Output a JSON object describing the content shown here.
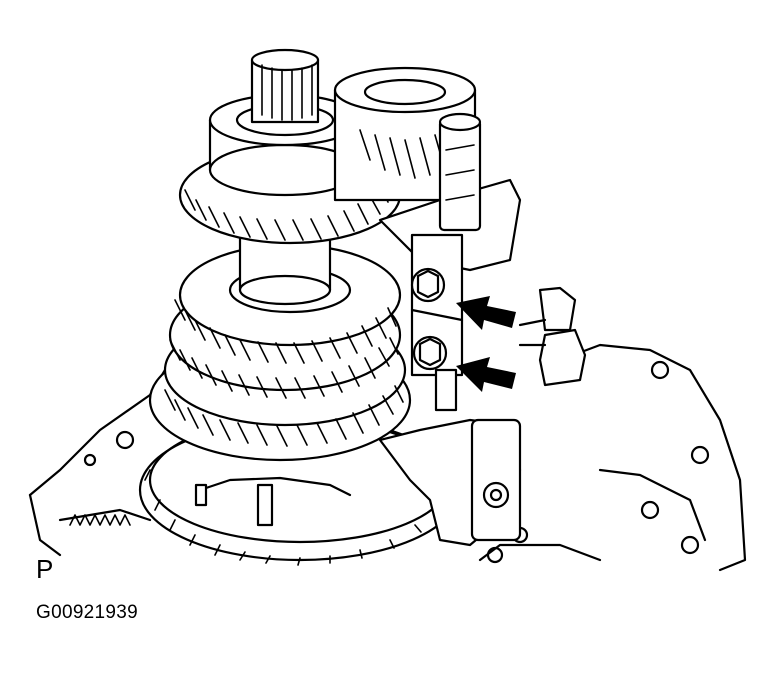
{
  "figure": {
    "view_label": "P",
    "figure_id": "G00921939",
    "subject": "manual transaxle gear assembly with shift fork bolts",
    "callouts": [
      {
        "name": "arrow-upper-bolt",
        "target": "upper shift fork bolt"
      },
      {
        "name": "arrow-lower-bolt",
        "target": "lower shift fork bolt"
      }
    ],
    "colors": {
      "line": "#000000",
      "background": "#ffffff"
    }
  }
}
